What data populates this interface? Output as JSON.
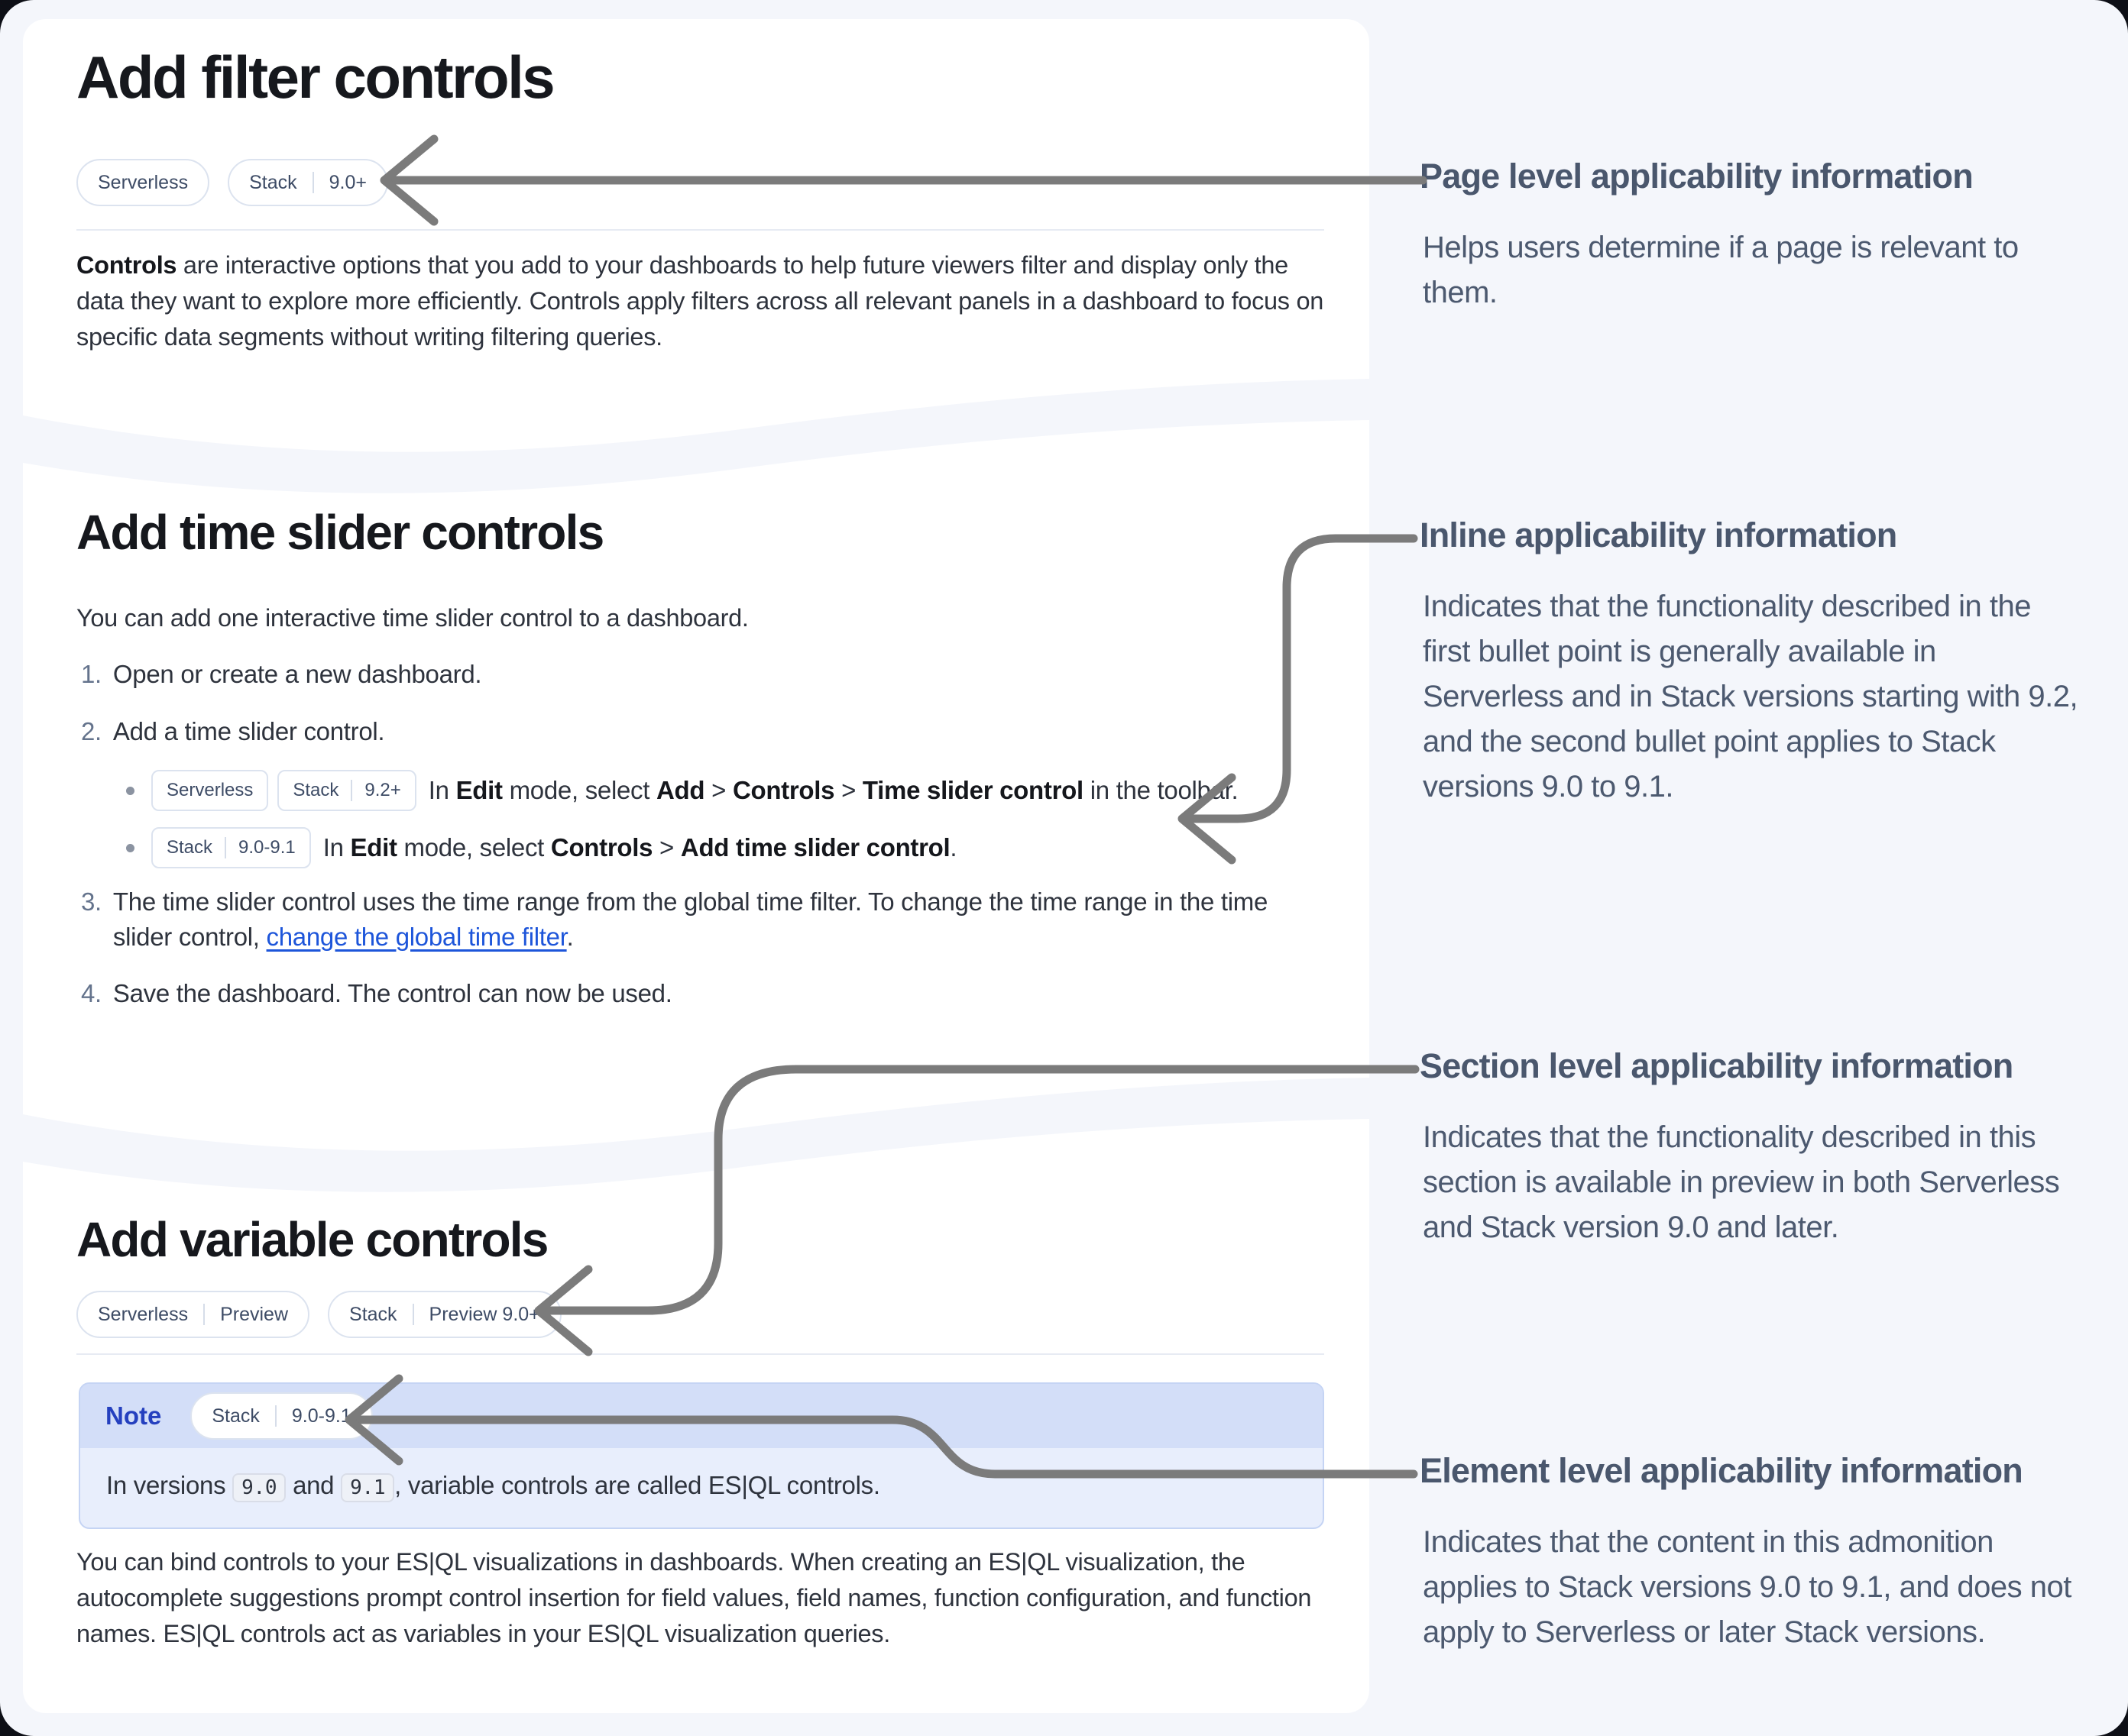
{
  "screen": {
    "bg_color": "#f4f6fb",
    "card_bg_color": "#ffffff",
    "arrow_color": "#7b7b7b",
    "note_header_color": "#d3def8",
    "note_body_color": "#e8eefc",
    "link_color": "#1d55da"
  },
  "card_filter": {
    "title": "Add filter controls",
    "badges": [
      [
        "Serverless"
      ],
      [
        "Stack",
        "9.0+"
      ]
    ],
    "paragraph": [
      {
        "b": "Controls"
      },
      {
        "t": " are interactive options that you add to your dashboards to help future viewers filter and display only the data they want to explore more efficiently. Controls apply filters across all relevant panels in a dashboard to focus on specific data segments without writing filtering queries."
      }
    ]
  },
  "card_time": {
    "title": "Add time slider controls",
    "intro": "You can add one interactive time slider control to a dashboard.",
    "steps": {
      "s1": {
        "num": "1.",
        "runs": [
          {
            "t": "Open or create a new dashboard."
          }
        ]
      },
      "s2": {
        "num": "2.",
        "runs": [
          {
            "t": "Add a time slider control."
          }
        ]
      },
      "s3": {
        "num": "3.",
        "runs": [
          {
            "t": "The time slider control uses the time range from the global time filter. To change the time range in the time slider control, "
          },
          {
            "a": "change the global time filter"
          },
          {
            "t": "."
          }
        ]
      },
      "s4": {
        "num": "4.",
        "runs": [
          {
            "t": "Save the dashboard. The control can now be used."
          }
        ]
      }
    },
    "bullets": {
      "b1": {
        "badges": [
          [
            "Serverless"
          ],
          [
            "Stack",
            "9.2+"
          ]
        ],
        "runs": [
          {
            "t": "In "
          },
          {
            "b": "Edit"
          },
          {
            "t": " mode, select "
          },
          {
            "b": "Add"
          },
          {
            "t": " > "
          },
          {
            "b": "Controls"
          },
          {
            "t": " > "
          },
          {
            "b": "Time slider control"
          },
          {
            "t": " in the toolbar."
          }
        ]
      },
      "b2": {
        "badges": [
          [
            "Stack",
            "9.0-9.1"
          ]
        ],
        "runs": [
          {
            "t": "In "
          },
          {
            "b": "Edit"
          },
          {
            "t": " mode, select "
          },
          {
            "b": "Controls"
          },
          {
            "t": " > "
          },
          {
            "b": "Add time slider control"
          },
          {
            "t": "."
          }
        ]
      }
    }
  },
  "card_variable": {
    "title": "Add variable controls",
    "badges": [
      [
        "Serverless",
        "Preview"
      ],
      [
        "Stack",
        "Preview 9.0+"
      ]
    ],
    "note": {
      "label": "Note",
      "badge": [
        "Stack",
        "9.0-9.1"
      ],
      "runs": [
        {
          "t": "In versions "
        },
        {
          "c": "9.0"
        },
        {
          "t": " and "
        },
        {
          "c": "9.1"
        },
        {
          "t": ", variable controls are called ES|QL controls."
        }
      ]
    },
    "paragraph": "You can bind controls to your ES|QL visualizations in dashboards. When creating an ES|QL visualization, the autocomplete suggestions prompt control insertion for field values, field names, function configuration, and function names. ES|QL controls act as variables in your ES|QL visualization queries."
  },
  "annotations": {
    "page": {
      "title": "Page level applicability information",
      "body": "Helps users determine if a page is relevant to them."
    },
    "inline": {
      "title": "Inline applicability information",
      "body": "Indicates that the functionality described in the first bullet point is generally available in Serverless and in Stack versions starting with 9.2, and the second bullet point applies to Stack versions 9.0 to 9.1."
    },
    "section": {
      "title": "Section level applicability information",
      "body": "Indicates that the functionality described in this section is available in preview in both Serverless and Stack version 9.0 and later."
    },
    "element": {
      "title": "Element level applicability information",
      "body": "Indicates that the content in this admonition applies to Stack versions 9.0 to 9.1, and does not apply to Serverless or later Stack versions."
    }
  }
}
